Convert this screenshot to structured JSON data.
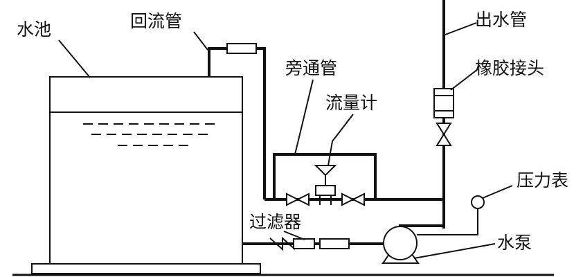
{
  "labels": {
    "tank": "水池",
    "return_pipe": "回流管",
    "bypass_pipe": "旁通管",
    "flow_meter": "流量计",
    "outlet_pipe": "出水管",
    "rubber_joint": "橡胶接头",
    "pressure_gauge": "压力表",
    "filter": "过滤器",
    "pump": "水泵"
  },
  "colors": {
    "line": "#111111",
    "background": "#ffffff"
  }
}
